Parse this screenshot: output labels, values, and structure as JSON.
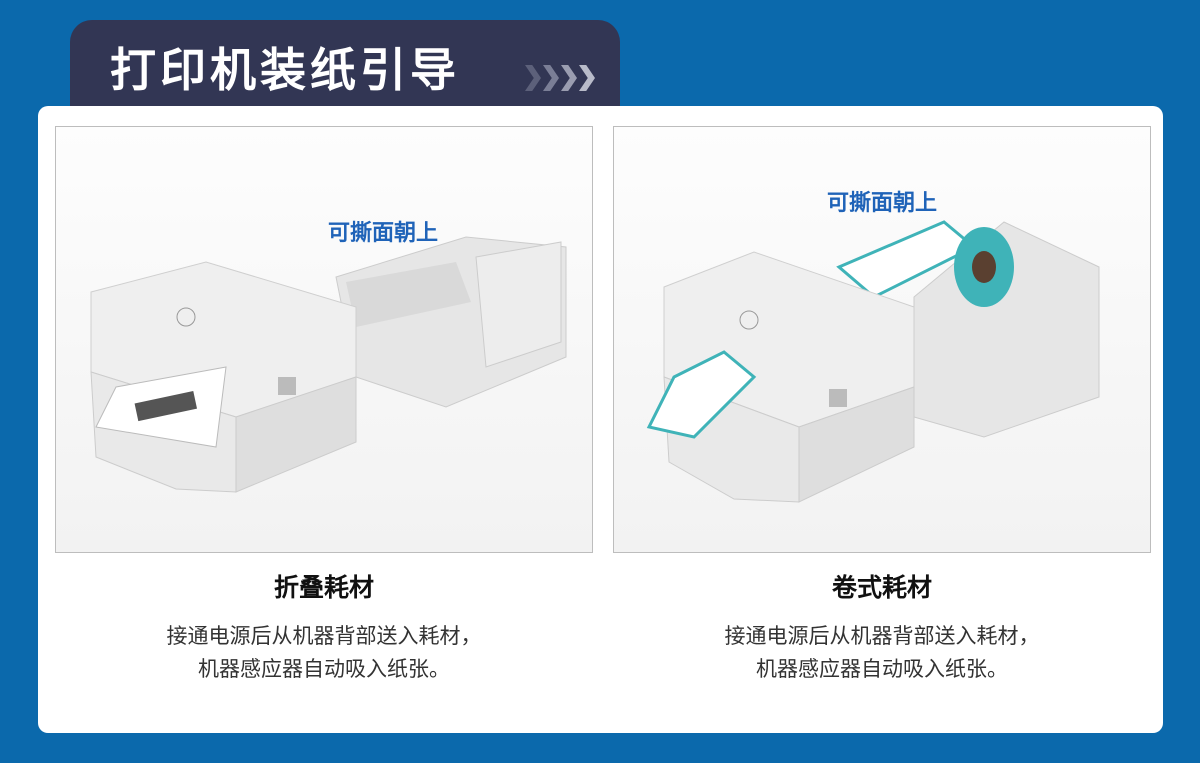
{
  "header": {
    "title": "打印机装纸引导",
    "chevron_icon": "chevron-right-icon"
  },
  "panels": [
    {
      "hint": "可撕面朝上",
      "title": "折叠耗材",
      "desc_line1": "接通电源后从机器背部送入耗材，",
      "desc_line2": "机器感应器自动吸入纸张。"
    },
    {
      "hint": "可撕面朝上",
      "title": "卷式耗材",
      "desc_line1": "接通电源后从机器背部送入耗材，",
      "desc_line2": "机器感应器自动吸入纸张。"
    }
  ],
  "colors": {
    "background": "#0b69ac",
    "tab": "#323654",
    "hint": "#1f63b8",
    "label_teal": "#3fb3b8"
  }
}
